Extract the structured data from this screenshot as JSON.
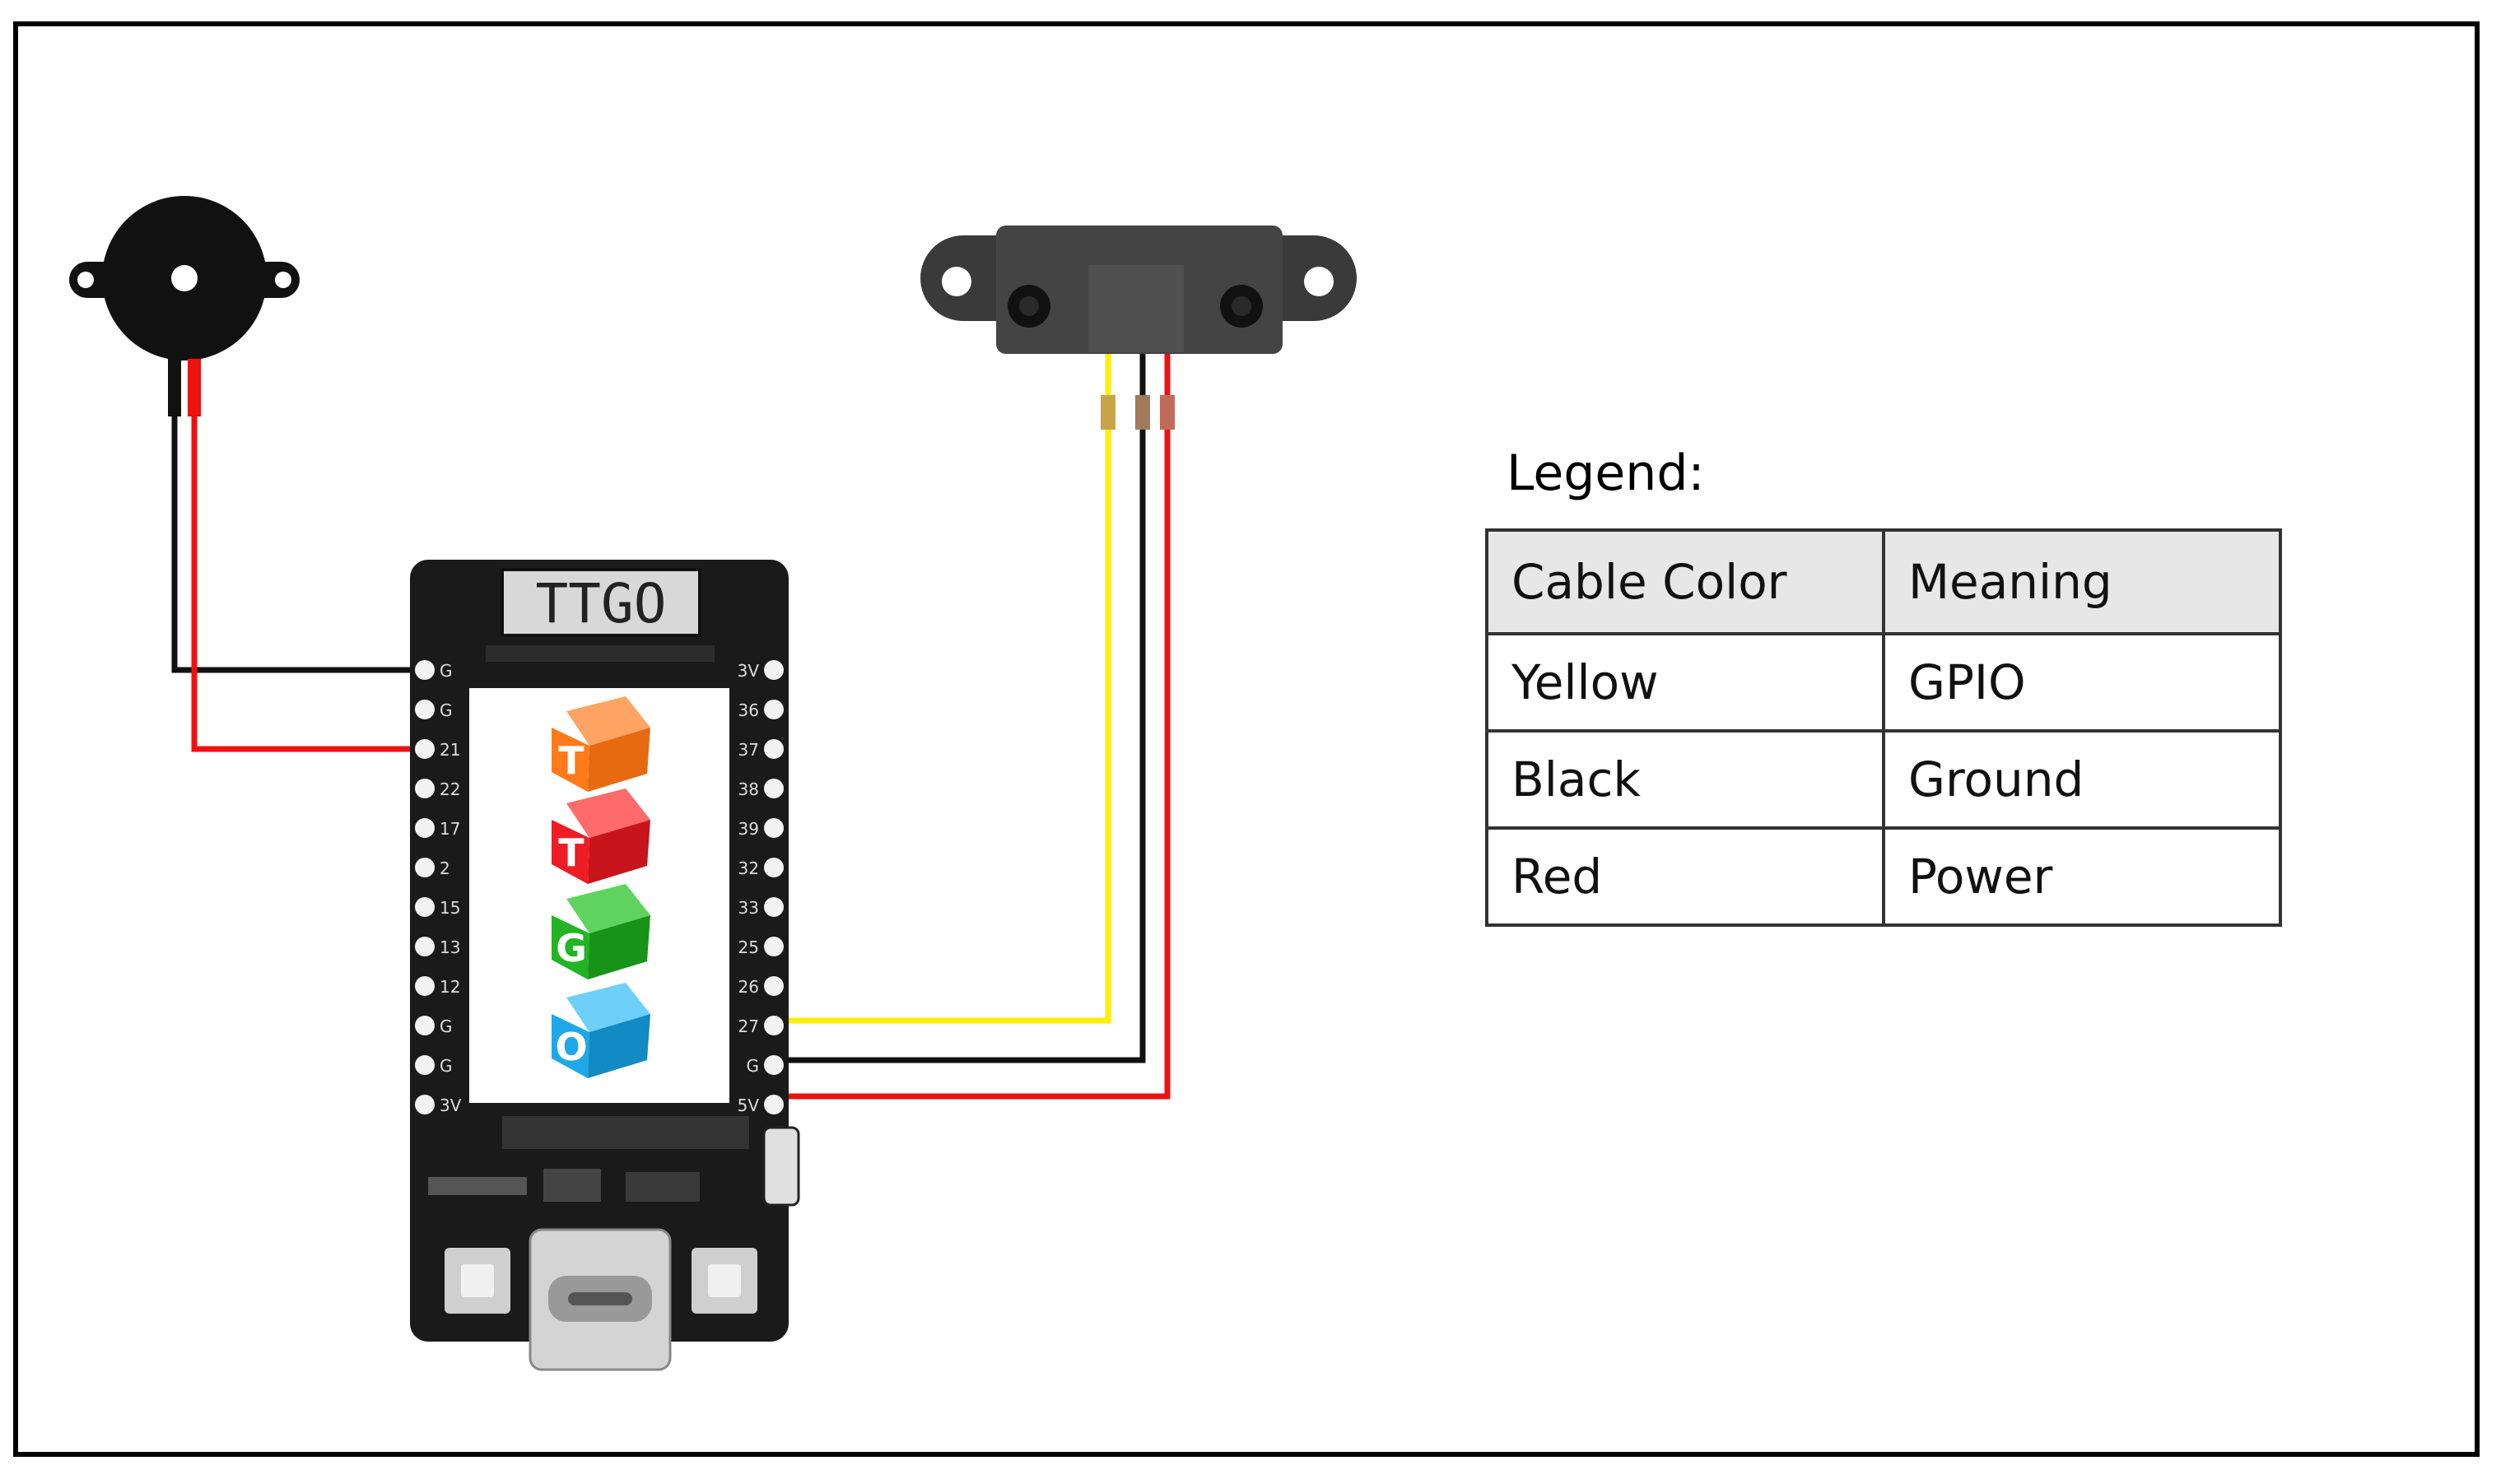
{
  "board": {
    "label": "TTGO",
    "pins_left": [
      "G",
      "G",
      "21",
      "22",
      "17",
      "2",
      "15",
      "13",
      "12",
      "G",
      "G",
      "3V"
    ],
    "pins_right": [
      "3V",
      "36",
      "37",
      "38",
      "39",
      "32",
      "33",
      "25",
      "26",
      "27",
      "G",
      "5V"
    ],
    "logo_letters": [
      "T",
      "T",
      "G",
      "O"
    ]
  },
  "legend": {
    "title": "Legend:",
    "headers": [
      "Cable Color",
      "Meaning"
    ],
    "rows": [
      [
        "Yellow",
        "GPIO"
      ],
      [
        "Black",
        "Ground"
      ],
      [
        "Red",
        "Power"
      ]
    ]
  },
  "colors": {
    "yellow": "#ffee00",
    "black": "#111111",
    "red": "#ee1111",
    "board": "#1a1a1a",
    "sensor": "#3c3c3c",
    "cube_orange": "#ff7a1a",
    "cube_red": "#ee1c24",
    "cube_green": "#22b422",
    "cube_blue": "#1ea8e8"
  }
}
